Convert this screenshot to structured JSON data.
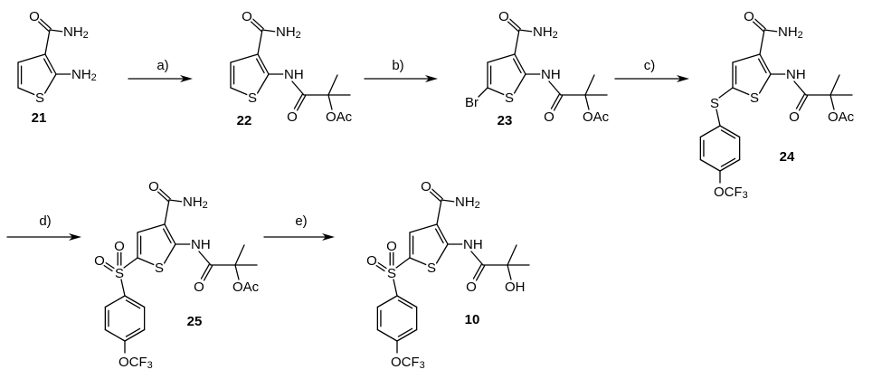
{
  "scheme": {
    "steps": [
      {
        "label": "a)"
      },
      {
        "label": "b)"
      },
      {
        "label": "c)"
      },
      {
        "label": "d)"
      },
      {
        "label": "e)"
      }
    ],
    "compounds": [
      {
        "number": "21",
        "carbonyl_O": "O",
        "amide_NH": "NH",
        "amide_NH_sub": "2",
        "ring_S": "S",
        "amine": "NH",
        "amine_sub": "2"
      },
      {
        "number": "22",
        "carbonyl_O": "O",
        "amide_NH": "NH",
        "amide_NH_sub": "2",
        "ring_S": "S",
        "amine": "NH",
        "acyl_O": "O",
        "tail": "OAc"
      },
      {
        "number": "23",
        "carbonyl_O": "O",
        "amide_NH": "NH",
        "amide_NH_sub": "2",
        "ring_S": "S",
        "amine": "NH",
        "acyl_O": "O",
        "tail": "OAc",
        "halogen": "Br"
      },
      {
        "number": "24",
        "carbonyl_O": "O",
        "amide_NH": "NH",
        "amide_NH_sub": "2",
        "ring_S": "S",
        "amine": "NH",
        "acyl_O": "O",
        "tail": "OAc",
        "linker_S": "S",
        "aryl_sub": "OCF",
        "aryl_sub_sub": "3"
      },
      {
        "number": "25",
        "carbonyl_O": "O",
        "amide_NH": "NH",
        "amide_NH_sub": "2",
        "ring_S": "S",
        "amine": "NH",
        "acyl_O": "O",
        "tail": "OAc",
        "linker_S": "S",
        "sulfonyl_O1": "O",
        "sulfonyl_O2": "O",
        "aryl_sub": "OCF",
        "aryl_sub_sub": "3"
      },
      {
        "number": "10",
        "carbonyl_O": "O",
        "amide_NH": "NH",
        "amide_NH_sub": "2",
        "ring_S": "S",
        "amine": "NH",
        "acyl_O": "O",
        "tail": "OH",
        "linker_S": "S",
        "sulfonyl_O1": "O",
        "sulfonyl_O2": "O",
        "aryl_sub": "OCF",
        "aryl_sub_sub": "3"
      }
    ]
  }
}
